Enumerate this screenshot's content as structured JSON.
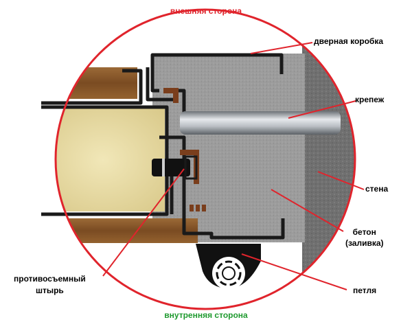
{
  "labels": {
    "outer_side": "внешняя сторона",
    "inner_side": "внутренняя сторона",
    "door_frame": "дверная коробка",
    "fixing": "крепеж",
    "wall": "стена",
    "concrete_line1": "бетон",
    "concrete_line2": "(заливка)",
    "pin_line1": "противосъемный",
    "pin_line2": "штырь",
    "hinge": "петля"
  },
  "colors": {
    "circle": "#e0242c",
    "leader": "#e0242c",
    "outer_text": "#e0242c",
    "inner_text": "#1f9a2f",
    "wood": "#8b5a2b",
    "insulation": "#e9dca4",
    "concrete": "#9a9a9a",
    "wall": "#6f6f6f",
    "steel": "#1a1a1a",
    "seal": "#7a3e1c",
    "bolt": "#b8bcc0"
  }
}
